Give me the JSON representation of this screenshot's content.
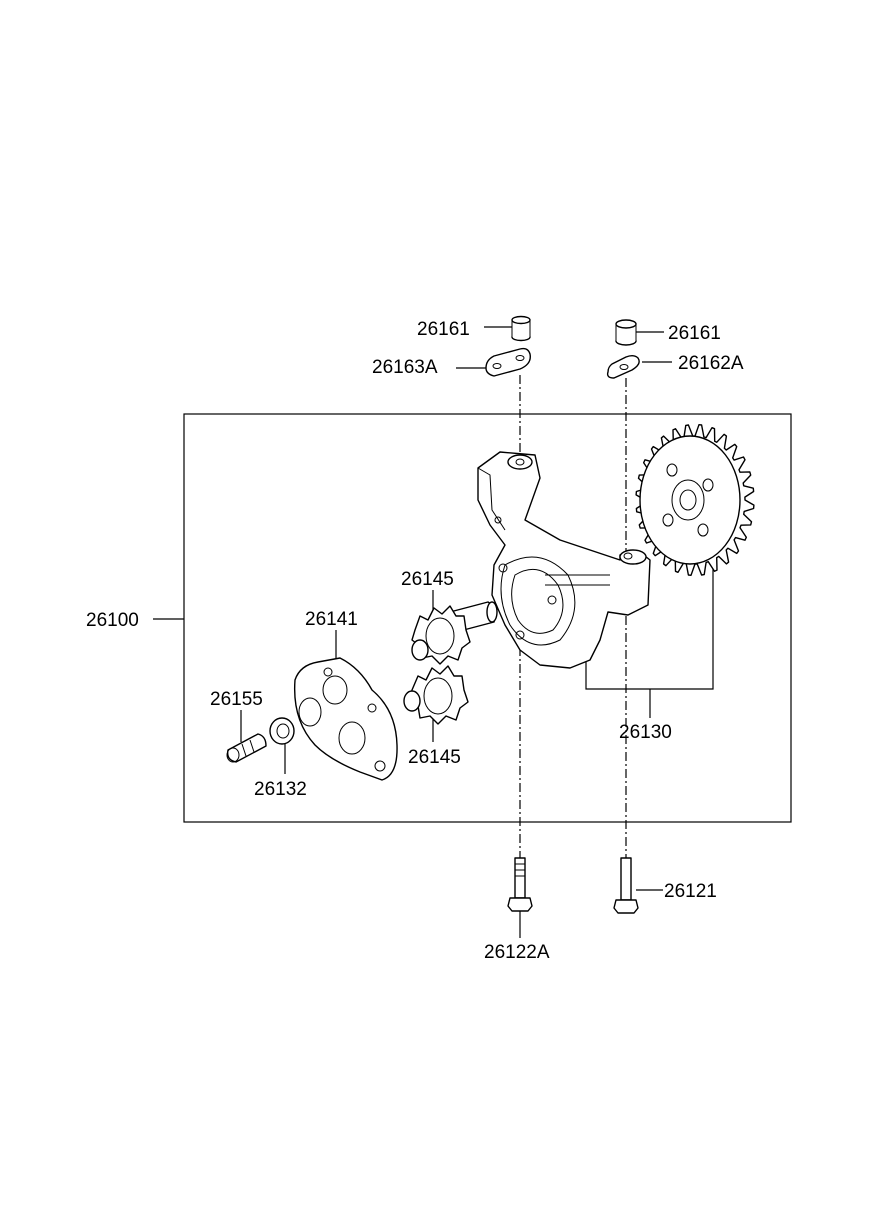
{
  "labels": {
    "p26161_left": "26161",
    "p26161_right": "26161",
    "p26163A": "26163A",
    "p26162A": "26162A",
    "p26100": "26100",
    "p26141": "26141",
    "p26145_upper": "26145",
    "p26145_lower": "26145",
    "p26155": "26155",
    "p26132": "26132",
    "p26130": "26130",
    "p26121": "26121",
    "p26122A": "26122A"
  }
}
